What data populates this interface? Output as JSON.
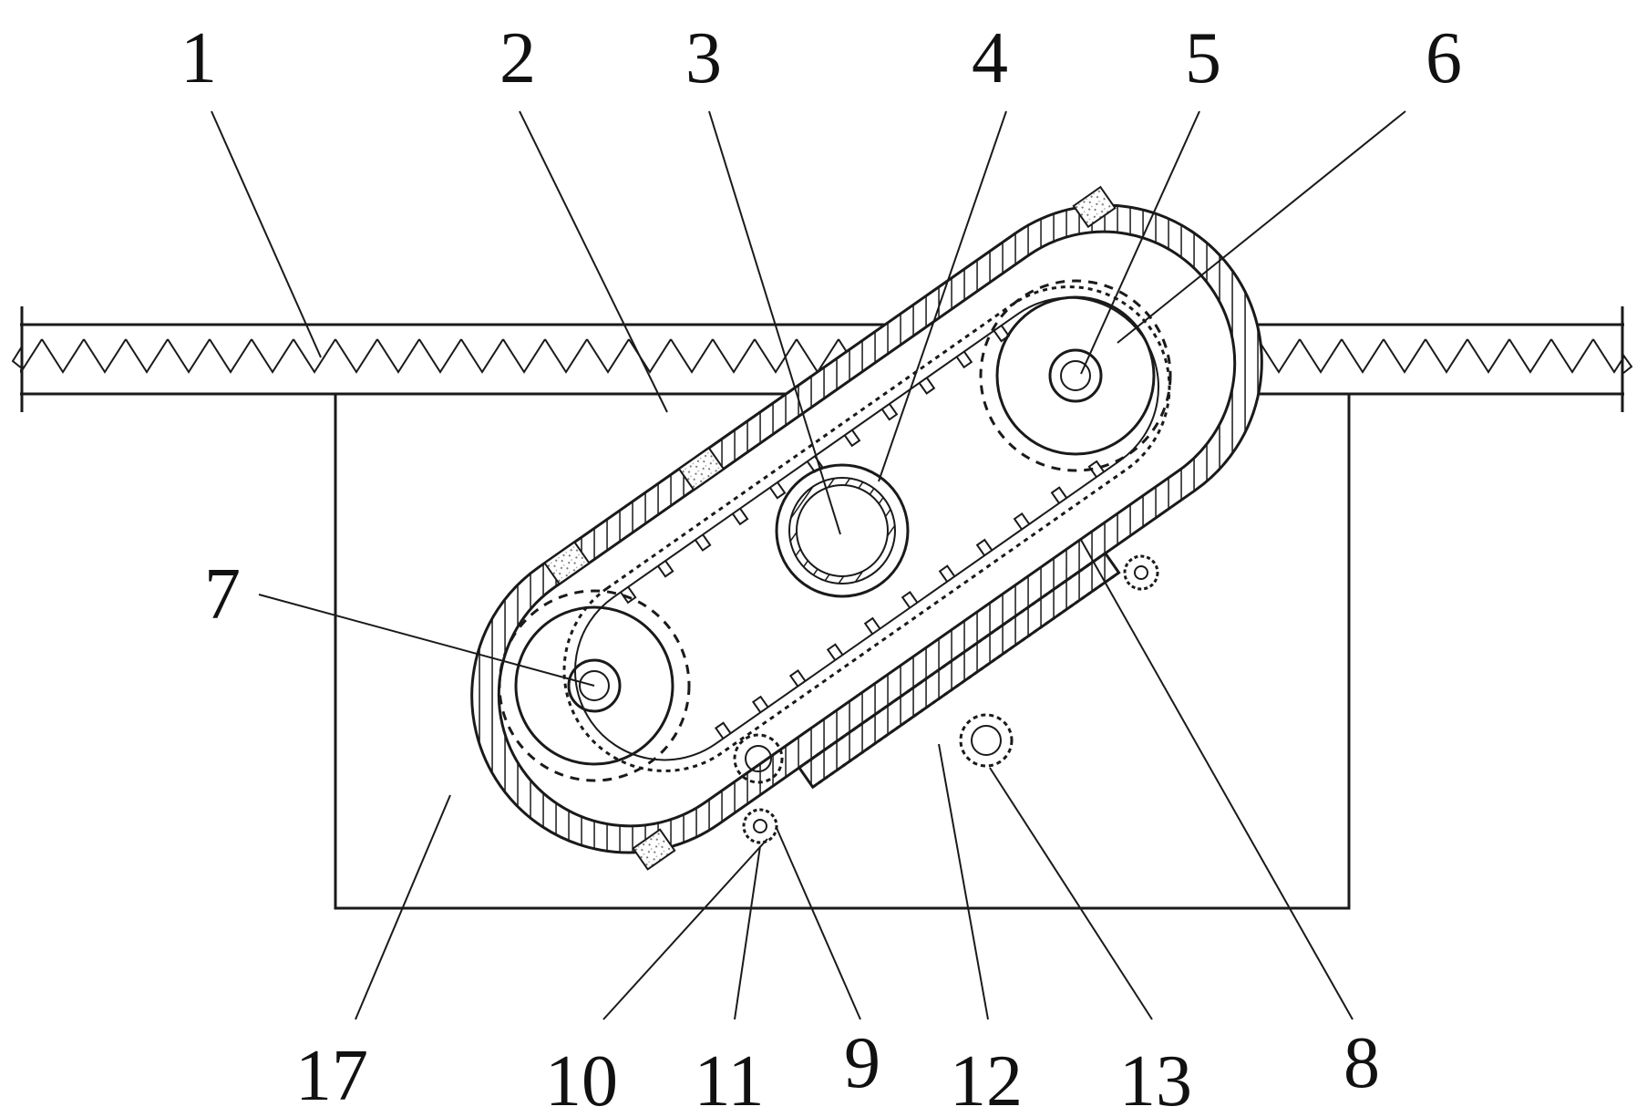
{
  "labels": {
    "l1": "1",
    "l2": "2",
    "l3": "3",
    "l4": "4",
    "l5": "5",
    "l6": "6",
    "l7": "7",
    "l8": "8",
    "l9": "9",
    "l10": "10",
    "l11": "11",
    "l12": "12",
    "l13": "13",
    "l17": "17"
  },
  "colors": {
    "line": "#1a1a1a",
    "background": "#ffffff",
    "speckle": "#8a8a8a"
  }
}
